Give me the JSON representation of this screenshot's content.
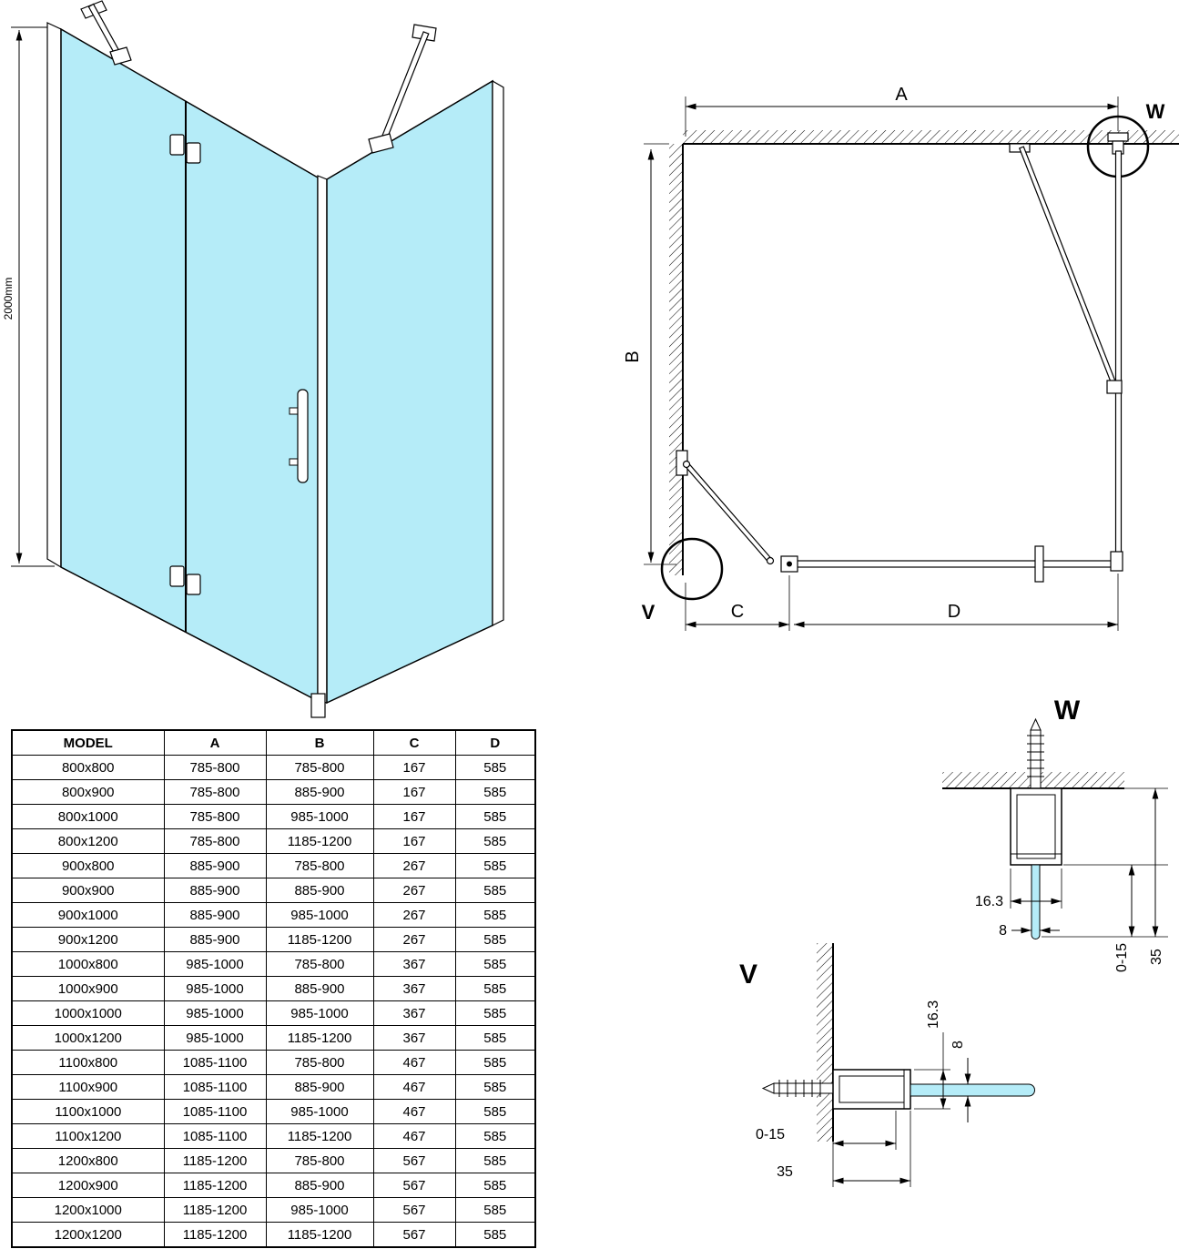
{
  "colors": {
    "glass": "#b5ecf8",
    "line": "#000000"
  },
  "perspective": {
    "height_dim": "2000mm"
  },
  "plan": {
    "dim_a": "A",
    "dim_b": "B",
    "dim_c": "C",
    "dim_d": "D",
    "detail_w_label": "W",
    "detail_v_label": "V"
  },
  "details": {
    "w": {
      "title": "W",
      "dim_width": "16.3",
      "dim_glass": "8",
      "dim_adjust": "0-15",
      "dim_depth": "35"
    },
    "v": {
      "title": "V",
      "dim_width": "16.3",
      "dim_glass": "8",
      "dim_adjust": "0-15",
      "dim_depth": "35"
    }
  },
  "table": {
    "headers": [
      "MODEL",
      "A",
      "B",
      "C",
      "D"
    ],
    "rows": [
      [
        "800x800",
        "785-800",
        "785-800",
        "167",
        "585"
      ],
      [
        "800x900",
        "785-800",
        "885-900",
        "167",
        "585"
      ],
      [
        "800x1000",
        "785-800",
        "985-1000",
        "167",
        "585"
      ],
      [
        "800x1200",
        "785-800",
        "1185-1200",
        "167",
        "585"
      ],
      [
        "900x800",
        "885-900",
        "785-800",
        "267",
        "585"
      ],
      [
        "900x900",
        "885-900",
        "885-900",
        "267",
        "585"
      ],
      [
        "900x1000",
        "885-900",
        "985-1000",
        "267",
        "585"
      ],
      [
        "900x1200",
        "885-900",
        "1185-1200",
        "267",
        "585"
      ],
      [
        "1000x800",
        "985-1000",
        "785-800",
        "367",
        "585"
      ],
      [
        "1000x900",
        "985-1000",
        "885-900",
        "367",
        "585"
      ],
      [
        "1000x1000",
        "985-1000",
        "985-1000",
        "367",
        "585"
      ],
      [
        "1000x1200",
        "985-1000",
        "1185-1200",
        "367",
        "585"
      ],
      [
        "1100x800",
        "1085-1100",
        "785-800",
        "467",
        "585"
      ],
      [
        "1100x900",
        "1085-1100",
        "885-900",
        "467",
        "585"
      ],
      [
        "1100x1000",
        "1085-1100",
        "985-1000",
        "467",
        "585"
      ],
      [
        "1100x1200",
        "1085-1100",
        "1185-1200",
        "467",
        "585"
      ],
      [
        "1200x800",
        "1185-1200",
        "785-800",
        "567",
        "585"
      ],
      [
        "1200x900",
        "1185-1200",
        "885-900",
        "567",
        "585"
      ],
      [
        "1200x1000",
        "1185-1200",
        "985-1000",
        "567",
        "585"
      ],
      [
        "1200x1200",
        "1185-1200",
        "1185-1200",
        "567",
        "585"
      ]
    ]
  }
}
